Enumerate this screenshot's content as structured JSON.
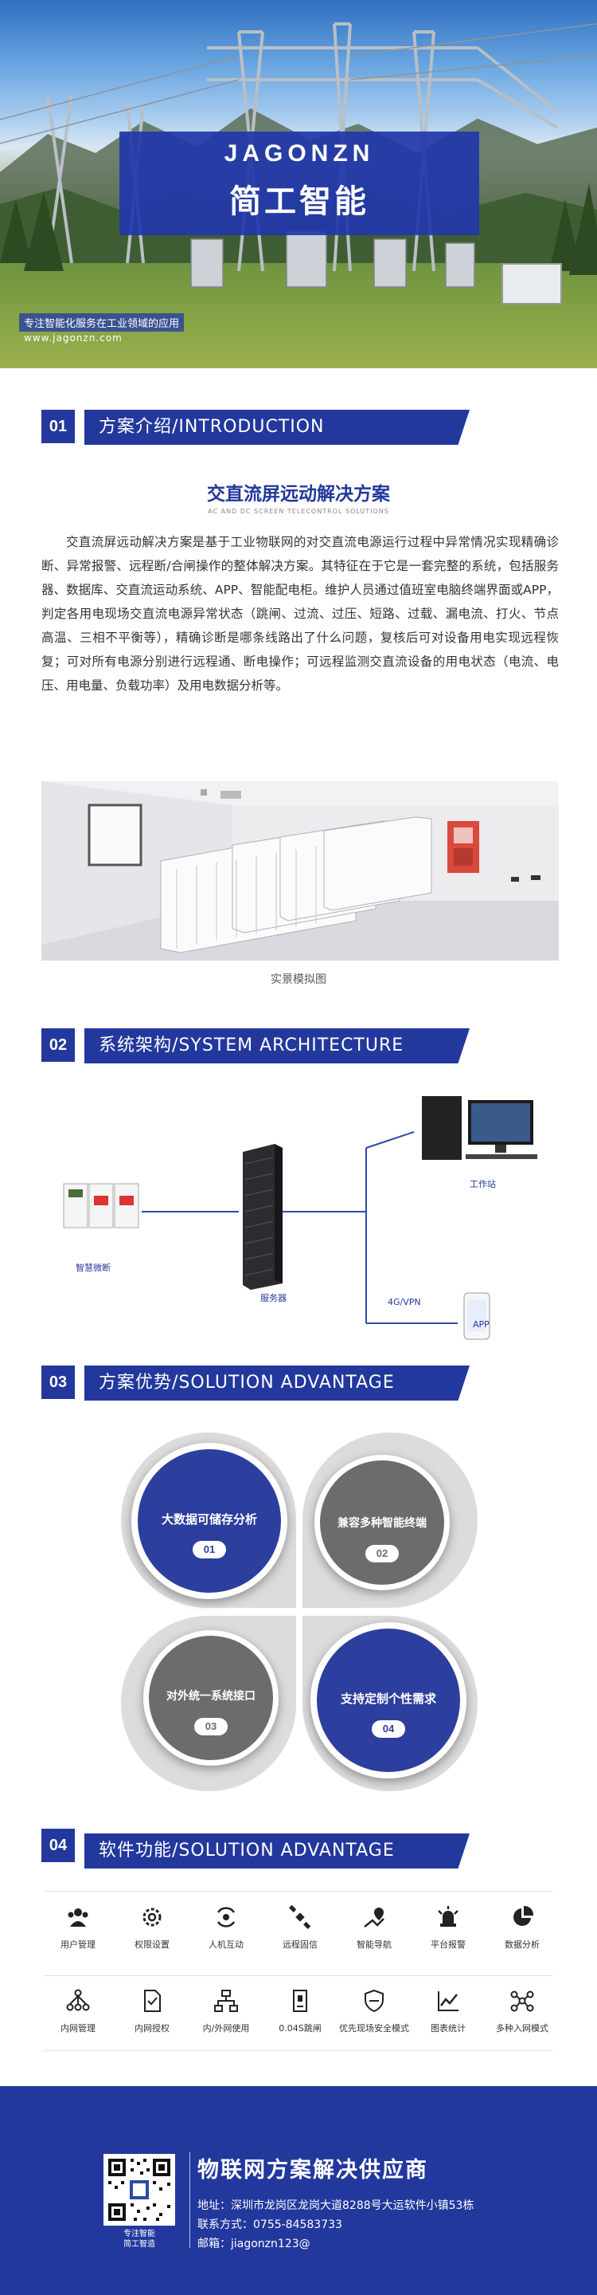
{
  "hero": {
    "brand_en": "JAGONZN",
    "brand_cn": "简工智能",
    "tagline": "专注智能化服务在工业领域的应用",
    "website": "www.jagonzn.com"
  },
  "section1": {
    "number": "01",
    "heading": "方案介绍/INTRODUCTION",
    "title": "交直流屏远动解决方案",
    "subtitle": "AC AND DC SCREEN TELECONTROL SOLUTIONS",
    "body": "交直流屏远动解决方案是基于工业物联网的对交直流电源运行过程中异常情况实现精确诊断、异常报警、远程断/合闸操作的整体解决方案。其特征在于它是一套完整的系统，包括服务器、数据库、交直流运动系统、APP、智能配电柜。维护人员通过值班室电脑终端界面或APP，判定各用电现场交直流电源异常状态（跳闸、过流、过压、短路、过载、漏电流、打火、节点高温、三相不平衡等），精确诊断是哪条线路出了什么问题，复核后可对设备用电实现远程恢复；可对所有电源分别进行远程通、断电操作；可远程监测交直流设备的用电状态（电流、电压、用电量、负载功率）及用电数据分析等。",
    "image_caption": "实景模拟图"
  },
  "section2": {
    "number": "02",
    "heading": "系统架构/SYSTEM ARCHITECTURE",
    "nodes": {
      "breaker": "智慧微断",
      "server": "服务器",
      "workstation": "工作站",
      "network": "4G/VPN",
      "app": "APP"
    }
  },
  "section3": {
    "number": "03",
    "heading": "方案优势/SOLUTION ADVANTAGE",
    "items": [
      {
        "label": "大数据可储存分析",
        "num": "01"
      },
      {
        "label": "兼容多种智能终端",
        "num": "02"
      },
      {
        "label": "对外统一系统接口",
        "num": "03"
      },
      {
        "label": "支持定制个性需求",
        "num": "04"
      }
    ]
  },
  "section4": {
    "number": "04",
    "heading": "软件功能/SOLUTION ADVANTAGE",
    "row1": [
      {
        "icon": "users-icon",
        "label": "用户管理"
      },
      {
        "icon": "gear-icon",
        "label": "权限设置"
      },
      {
        "icon": "interaction-icon",
        "label": "人机互动"
      },
      {
        "icon": "satellite-icon",
        "label": "远程固信"
      },
      {
        "icon": "navigation-icon",
        "label": "智能导航"
      },
      {
        "icon": "alarm-icon",
        "label": "平台报警"
      },
      {
        "icon": "pie-chart-icon",
        "label": "数据分析"
      }
    ],
    "row2": [
      {
        "icon": "network-icon",
        "label": "内网管理"
      },
      {
        "icon": "document-icon",
        "label": "内网授权"
      },
      {
        "icon": "lan-icon",
        "label": "内/外网使用"
      },
      {
        "icon": "timer-icon",
        "label": "0.04S跳闸"
      },
      {
        "icon": "shield-icon",
        "label": "优先现场安全模式"
      },
      {
        "icon": "line-chart-icon",
        "label": "图表统计"
      },
      {
        "icon": "nodes-icon",
        "label": "多种入网模式"
      }
    ]
  },
  "footer": {
    "qr_caption_1": "专注智能",
    "qr_caption_2": "简工智造",
    "title": "物联网方案解决供应商",
    "address": "地址：深圳市龙岗区龙岗大道8288号大运软件小镇53栋",
    "phone": "联系方式：0755-84583733",
    "email": "邮箱：jiagonzn123@"
  }
}
